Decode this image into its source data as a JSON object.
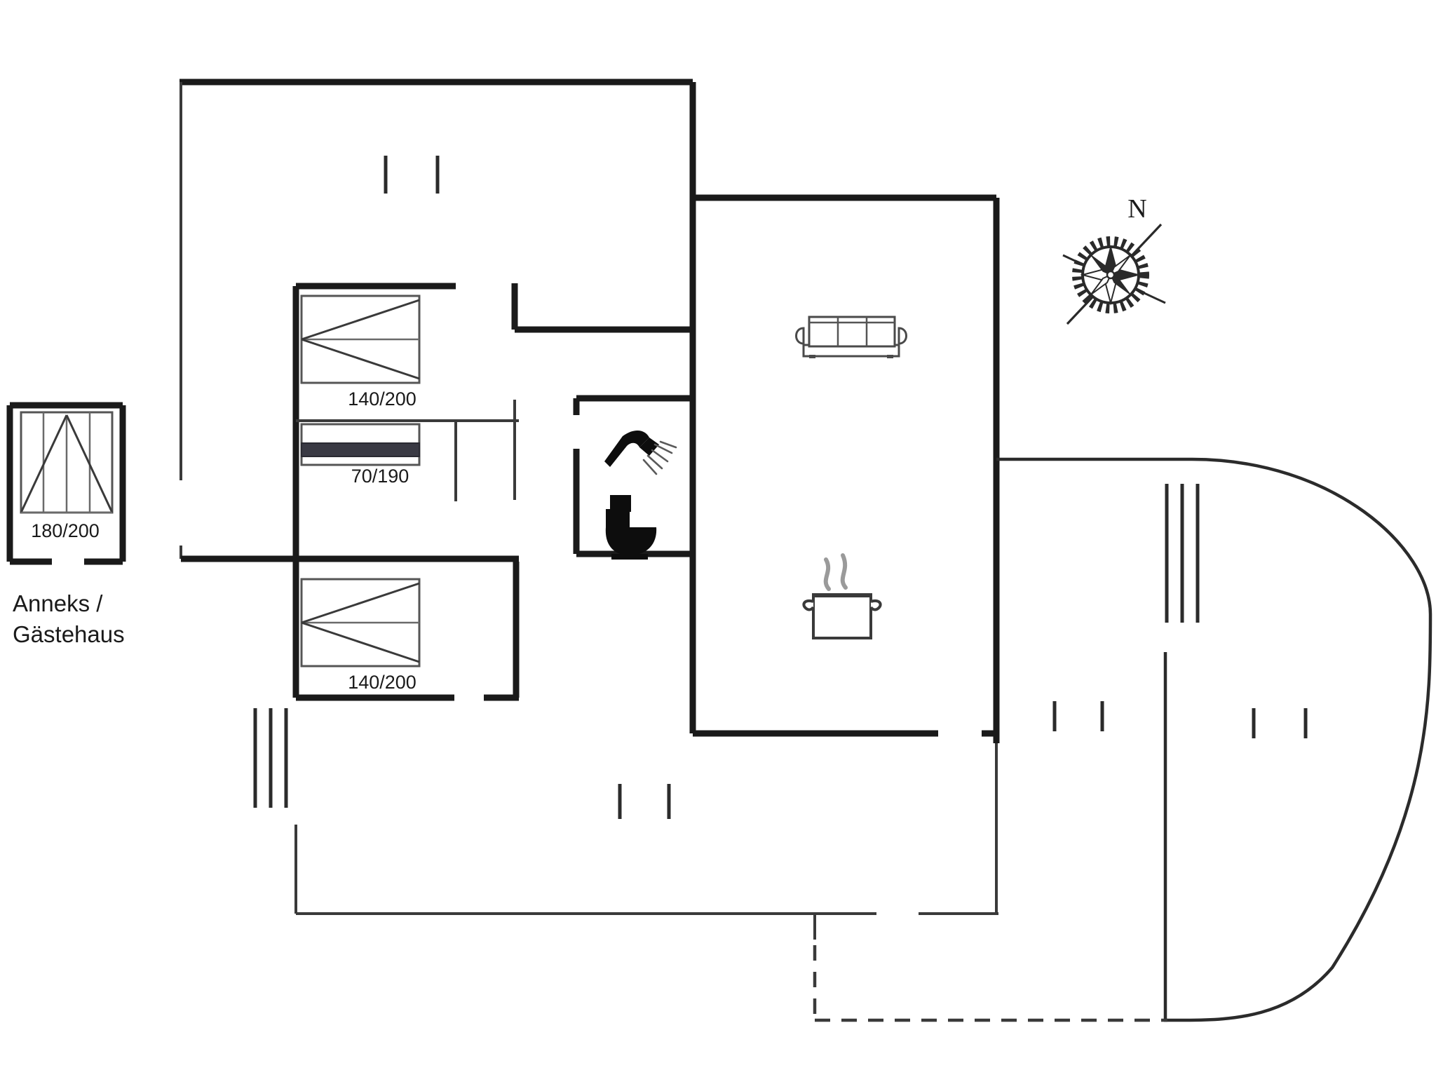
{
  "document": {
    "type": "floor-plan",
    "title": "Holiday house floor plan",
    "background_color": "#ffffff",
    "line_color": "#1a1a1a"
  },
  "annex": {
    "label_line_1": "Anneks /",
    "label_line_2": "Gästehaus",
    "bed": {
      "dimension": "180/200",
      "kind": "double-bed"
    }
  },
  "main_house": {
    "bedrooms": [
      {
        "id": "bedroom-north",
        "bed_dimension": "140/200",
        "bed_kind": "double-bed"
      },
      {
        "id": "bedroom-middle",
        "bed_dimension": "70/190",
        "bed_kind": "single-bed"
      },
      {
        "id": "bedroom-south",
        "bed_dimension": "140/200",
        "bed_kind": "double-bed"
      }
    ],
    "bathroom": {
      "icons": [
        "shower-icon",
        "toilet-icon"
      ]
    },
    "living_room": {
      "icons": [
        "sofa-icon"
      ]
    },
    "kitchen": {
      "icons": [
        "cooking-pot-icon"
      ]
    }
  },
  "compass": {
    "north_label": "N",
    "icon": "compass-rose-icon"
  },
  "dimension_labels": [
    "180/200",
    "140/200",
    "70/190",
    "140/200"
  ],
  "legend": {
    "window_marks": "window-tick",
    "step_marks": "steps-marker",
    "terrace_boundary": "dashed-boundary"
  }
}
